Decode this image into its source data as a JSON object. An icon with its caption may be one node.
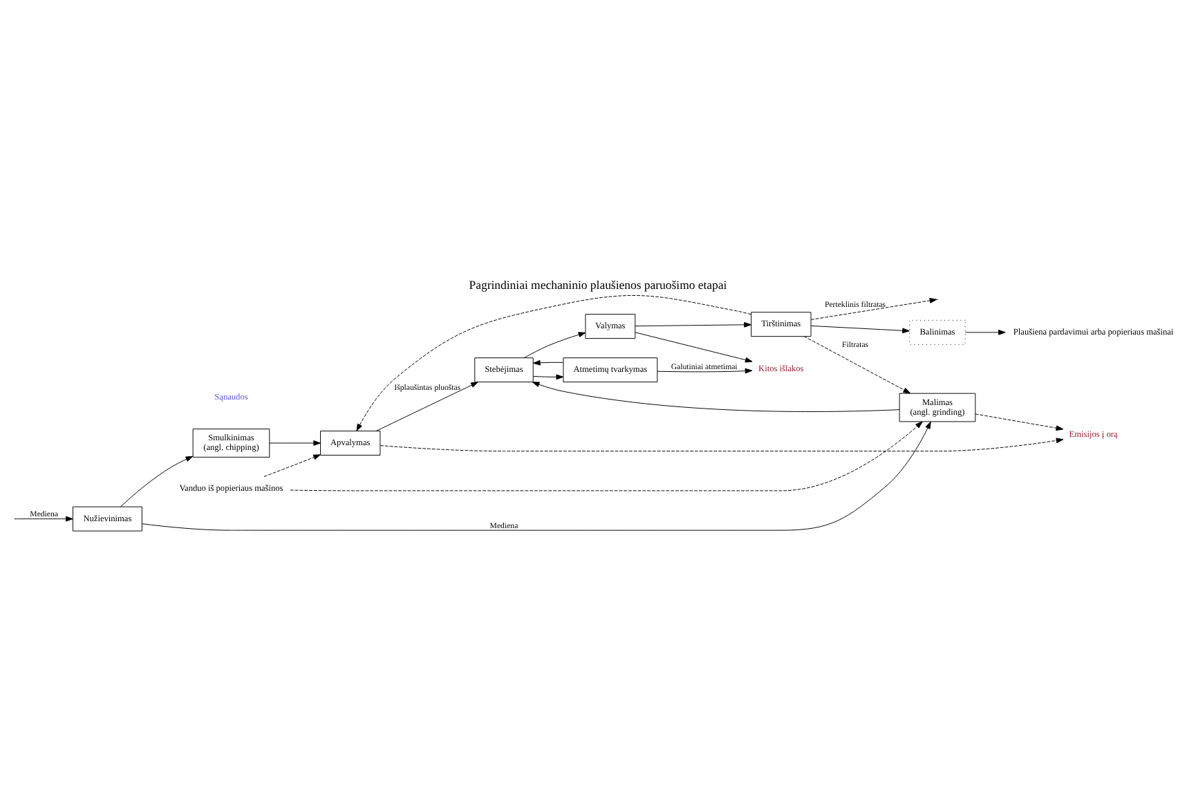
{
  "diagram": {
    "title": "Pagrindiniai mechaninio plaušienos paruošimo etapai",
    "nodes": [
      {
        "text": [
          "Nužievinimas"
        ]
      },
      {
        "text": [
          "Smulkinimas",
          "(angl. chipping)"
        ]
      },
      {
        "text": [
          "Apvalymas"
        ]
      },
      {
        "text": [
          "Malimas",
          "(angl. grinding)"
        ]
      },
      {
        "text": [
          "Stebėjimas"
        ]
      },
      {
        "text": [
          "Valymas"
        ]
      },
      {
        "text": [
          "Tirštinimas"
        ]
      },
      {
        "text": [
          "Balinimas"
        ]
      },
      {
        "text": [
          "Atmetimų tvarkymas"
        ]
      },
      {
        "text": [
          "Emisijos į orą"
        ]
      },
      {
        "text": [
          "Kitos išlakos"
        ]
      },
      {
        "text": [
          "Plaušiena pardavimui arba popieriaus mašinai"
        ]
      },
      {
        "text": [
          "Vanduo iš popieriaus mašinos"
        ]
      }
    ],
    "edges": [
      {
        "from": null,
        "to": 0,
        "arrow": "to",
        "label": "Mediena"
      },
      {
        "from": 0,
        "to": 1,
        "arrow": "to"
      },
      {
        "from": 0,
        "to": 3,
        "arrow": "to",
        "label": "Mediena"
      },
      {
        "from": 1,
        "to": 2,
        "arrow": "to"
      },
      {
        "from": 2,
        "to": 9,
        "arrow": "to",
        "style": "dashed"
      },
      {
        "from": 3,
        "to": 9,
        "arrow": "to",
        "style": "dashed"
      },
      {
        "from": 2,
        "to": 4,
        "arrow": "to",
        "label": "Išplaušintas pluoštas"
      },
      {
        "from": 3,
        "to": 4,
        "arrow": "to"
      },
      {
        "from": 4,
        "to": 5,
        "arrow": "to"
      },
      {
        "from": 4,
        "to": 8,
        "arrow": "to"
      },
      {
        "from": 8,
        "to": 4,
        "arrow": "to"
      },
      {
        "from": 5,
        "to": 6,
        "arrow": "to"
      },
      {
        "from": 6,
        "to": 7,
        "arrow": "to"
      },
      {
        "from": 7,
        "to": 11,
        "arrow": "to"
      },
      {
        "from": 5,
        "to": 10,
        "arrow": "to"
      },
      {
        "from": 8,
        "to": 10,
        "arrow": "to",
        "label": "Galutiniai atmetimai"
      },
      {
        "from": 6,
        "to": null,
        "arrow": "to",
        "style": "dashed",
        "label": "Perteklinis filtratas"
      },
      {
        "from": 12,
        "to": 3,
        "arrow": "to",
        "style": "dashed"
      },
      {
        "from": 12,
        "to": 2,
        "arrow": "to",
        "style": "dashed"
      },
      {
        "from": 6,
        "to": 3,
        "arrow": "to",
        "style": "dashed",
        "label": "Filtratas"
      },
      {
        "from": 6,
        "to": 2,
        "arrow": "to",
        "style": "dashed"
      }
    ],
    "labels": [
      "Sąnaudos"
    ]
  }
}
